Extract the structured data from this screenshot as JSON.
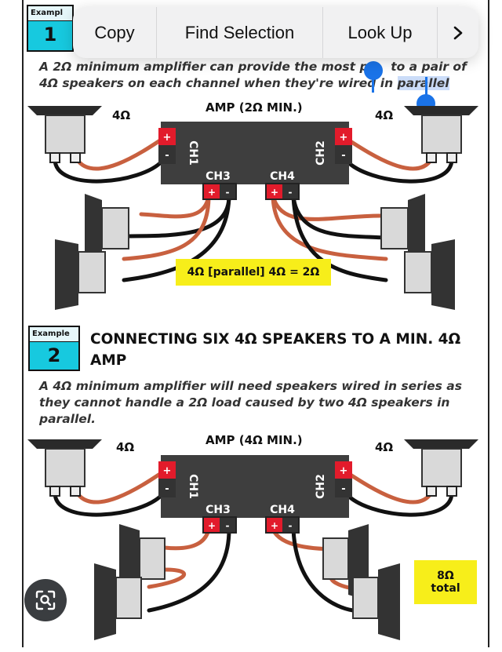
{
  "context_menu": {
    "items": [
      {
        "label": "Copy"
      },
      {
        "label": "Find Selection"
      },
      {
        "label": "Look Up"
      }
    ],
    "more_icon": "chevron-right-icon"
  },
  "example1": {
    "badge_small": "Exampl",
    "badge_num": "1",
    "caption_line1": "A 2Ω minimum amplifier can provide the most po",
    "caption_line1_end": "to a pair of",
    "caption_line2": "4Ω speakers on each channel when they're wired in ",
    "caption_selected": "parallel",
    "amp_title": "AMP (2Ω MIN.)",
    "left_ohm": "4Ω",
    "right_ohm": "4Ω",
    "ch1": "CH1",
    "ch2": "CH2",
    "ch3": "CH3",
    "ch4": "CH4",
    "note": "4Ω [parallel] 4Ω = 2Ω"
  },
  "example2": {
    "badge_small": "Example",
    "badge_num": "2",
    "heading_line1": "CONNECTING SIX 4Ω SPEAKERS TO A MIN. 4Ω",
    "heading_line2": "AMP",
    "caption_line1": "A 4Ω minimum amplifier will need speakers wired in series as",
    "caption_line2": "they cannot handle a 2Ω load caused by two 4Ω speakers in",
    "caption_line3": "parallel.",
    "amp_title": "AMP (4Ω MIN.)",
    "left_ohm": "4Ω",
    "right_ohm": "4Ω",
    "ch1": "CH1",
    "ch2": "CH2",
    "ch3": "CH3",
    "ch4": "CH4",
    "note_line1": "8Ω",
    "note_line2": "total"
  },
  "terminals": {
    "plus": "+",
    "minus": "-"
  },
  "lens_button": {
    "icon": "visual-lookup-icon"
  },
  "colors": {
    "accent_cyan": "#17c9df",
    "note_yellow": "#f7ee1a",
    "selection_blue": "#1a73e8",
    "wire_copper": "#c8603f"
  }
}
